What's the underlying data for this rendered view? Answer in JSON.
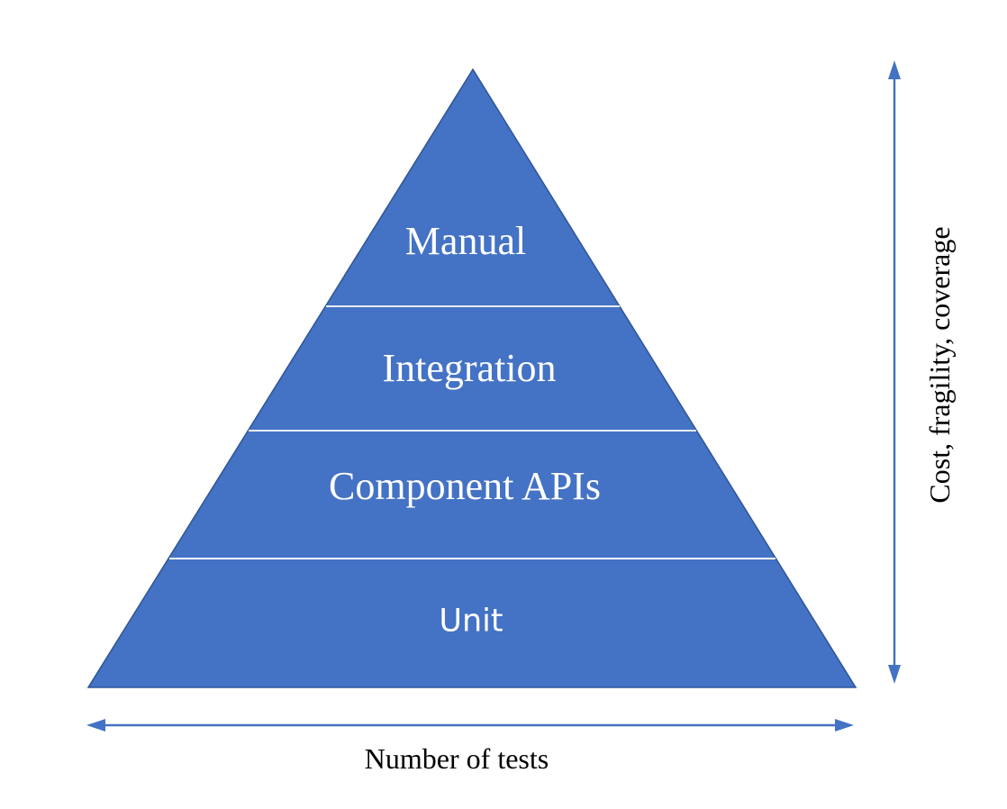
{
  "diagram": {
    "type": "pyramid",
    "layers": [
      {
        "label": "Manual"
      },
      {
        "label": "Integration"
      },
      {
        "label": "Component APIs"
      },
      {
        "label": "Unit"
      }
    ],
    "x_axis_label": "Number of tests",
    "y_axis_label": "Cost, fragility, coverage",
    "colors": {
      "pyramid_fill": "#4472C4",
      "pyramid_border": "#2F5597",
      "divider": "#FFFFFF",
      "arrow": "#4472C4",
      "layer_label_text": "#FFFFFF",
      "axis_label_text": "#000000"
    }
  }
}
